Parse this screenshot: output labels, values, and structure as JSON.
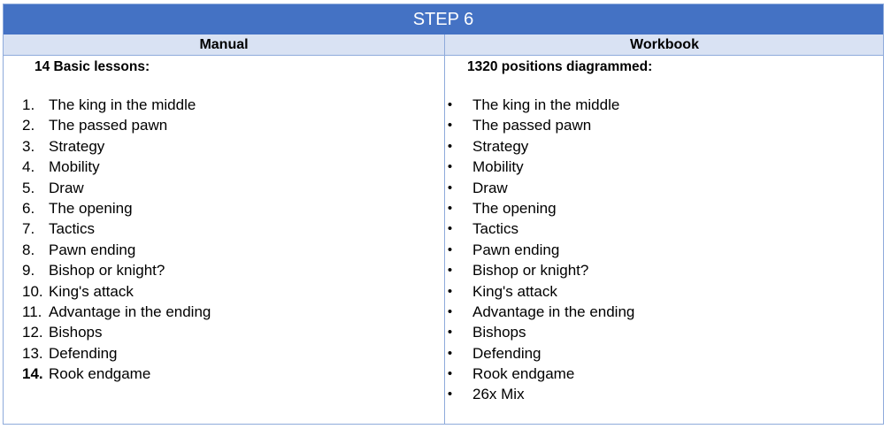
{
  "title": "STEP 6",
  "columns": {
    "left_header": "Manual",
    "right_header": "Workbook"
  },
  "manual": {
    "heading": "14 Basic lessons:",
    "items": [
      {
        "num": "1.",
        "text": "The king in the middle"
      },
      {
        "num": "2.",
        "text": "The passed pawn"
      },
      {
        "num": "3.",
        "text": "Strategy"
      },
      {
        "num": "4.",
        "text": "Mobility"
      },
      {
        "num": "5.",
        "text": "Draw"
      },
      {
        "num": "6.",
        "text": "The opening"
      },
      {
        "num": "7.",
        "text": "Tactics"
      },
      {
        "num": "8.",
        "text": "Pawn ending"
      },
      {
        "num": "9.",
        "text": "Bishop or knight?"
      },
      {
        "num": "10.",
        "text": "King's attack"
      },
      {
        "num": "11.",
        "text": "Advantage in the ending"
      },
      {
        "num": "12.",
        "text": "Bishops"
      },
      {
        "num": "13.",
        "text": "Defending"
      },
      {
        "num": "14.",
        "text": "Rook endgame"
      }
    ]
  },
  "workbook": {
    "heading": "1320 positions diagrammed:",
    "bullet": "•",
    "items": [
      "The king in the middle",
      "The passed pawn",
      "Strategy",
      "Mobility",
      "Draw",
      "The opening",
      "Tactics",
      "Pawn ending",
      "Bishop or knight?",
      "King's attack",
      "Advantage in the ending",
      "Bishops",
      "Defending",
      "Rook endgame",
      "26x Mix"
    ]
  },
  "colors": {
    "title_bg": "#4472c4",
    "header_bg": "#d9e2f3",
    "border": "#8eaadb"
  }
}
